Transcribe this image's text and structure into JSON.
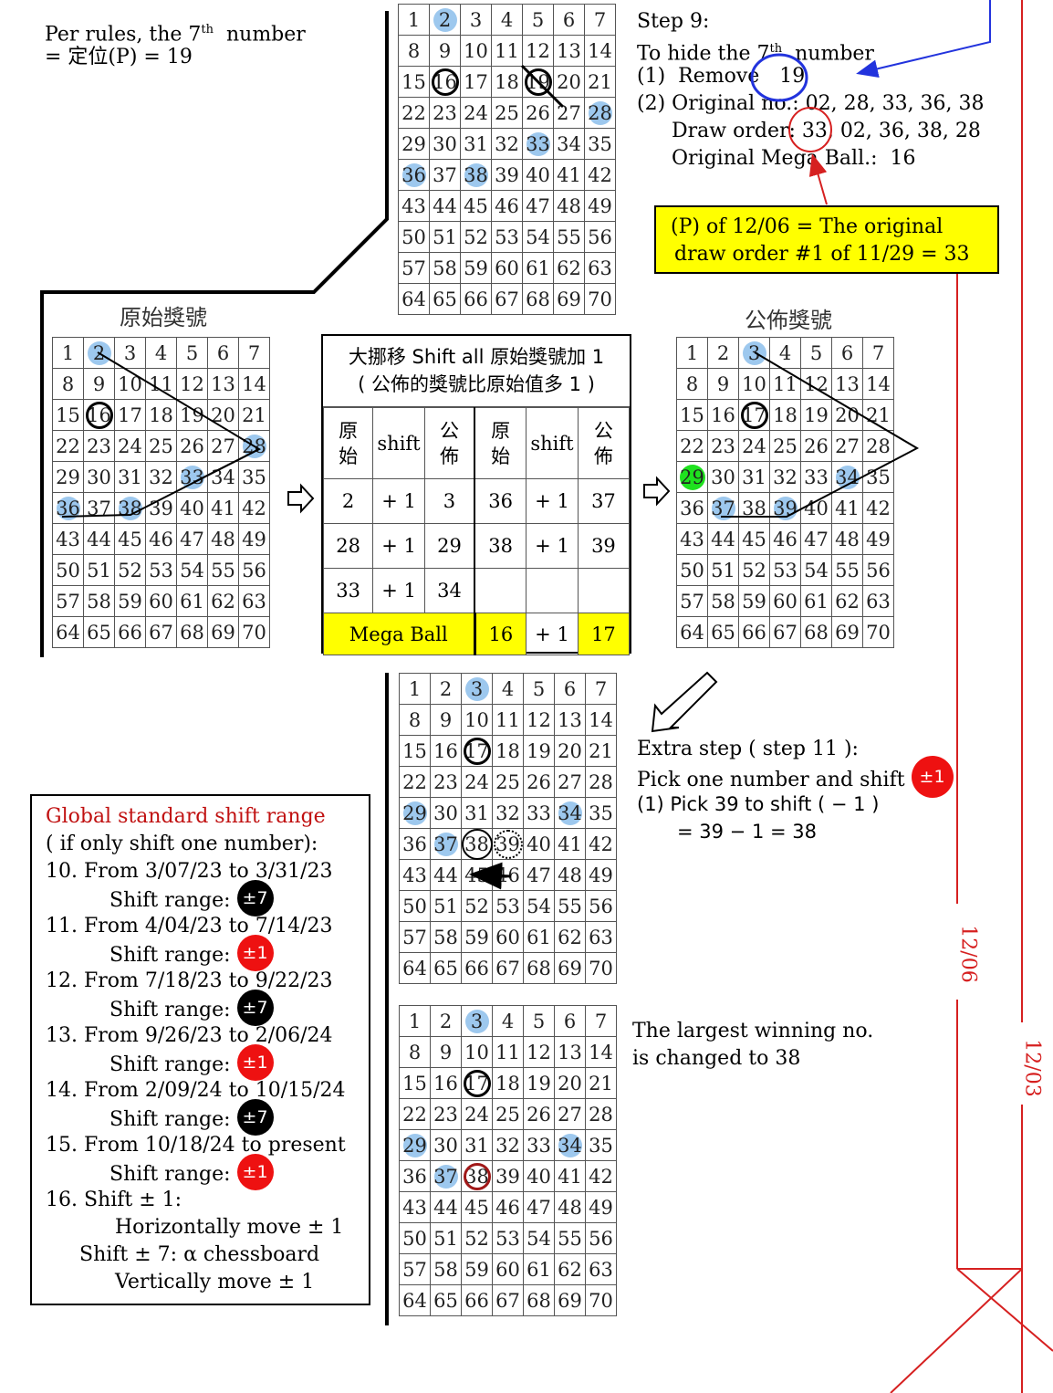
{
  "top_left": {
    "line1_pre": "Per rules, the 7",
    "line1_sup": "th",
    "line1_post": "  number",
    "line2": "= 定位(P) = 19"
  },
  "step9": {
    "title": "Step 9:",
    "line2_pre": "To hide the 7",
    "line2_sup": "th",
    "line2_post": "  number",
    "line3_pre": "(1)  Remove ",
    "remove_value": "19",
    "line4_label": "(2) Original no.: ",
    "line4_value": "02, 28, 33, 36, 38",
    "line5_label": "Draw order: ",
    "line5_first": "33,",
    "line5_rest": " 02, 36, 38, 28",
    "line6_label": "Original Mega Ball.:  ",
    "line6_value": "16"
  },
  "yellow_note": {
    "line1": "(P) of 12/06 = The original",
    "line2": "draw order #1 of 11/29 = 33"
  },
  "labels": {
    "original": "原始獎號",
    "published": "公佈獎號"
  },
  "shift_table": {
    "header1": "大挪移 Shift all 原始獎號加 1",
    "header2": "( 公佈的獎號比原始值多 1 )",
    "col_original": [
      "原",
      "始"
    ],
    "col_shift": "shift",
    "col_published": [
      "公",
      "佈"
    ],
    "rows": [
      {
        "o1": "2",
        "s1": "+ 1",
        "p1": "3",
        "o2": "36",
        "s2": "+ 1",
        "p2": "37"
      },
      {
        "o1": "28",
        "s1": "+ 1",
        "p1": "29",
        "o2": "38",
        "s2": "+ 1",
        "p2": "39"
      },
      {
        "o1": "33",
        "s1": "+ 1",
        "p1": "34",
        "o2": "",
        "s2": "",
        "p2": ""
      }
    ],
    "mega_label": "Mega Ball",
    "mega_original": "16",
    "mega_shift": "+ 1",
    "mega_published": "17"
  },
  "extra_step": {
    "line1": "Extra step ( step 11 ):",
    "line2": "Pick one number and shift ",
    "badge": "±1",
    "line3": "(1) Pick 39 to shift ( − 1 )",
    "line4": "= 39 − 1 = 38"
  },
  "largest_note": {
    "line1": "The largest winning no.",
    "line2": "is changed to 38"
  },
  "range_box": {
    "title": "Global standard shift range",
    "subtitle": "( if only shift one number):",
    "entries": [
      {
        "period": "10. From 3/07/23 to 3/31/23",
        "label": "Shift range: ",
        "badge": "±7",
        "color": "#000000"
      },
      {
        "period": "11. From 4/04/23 to 7/14/23",
        "label": "Shift range: ",
        "badge": "±1",
        "color": "#ee1111"
      },
      {
        "period": "12. From 7/18/23 to 9/22/23",
        "label": "Shift range: ",
        "badge": "±7",
        "color": "#000000"
      },
      {
        "period": "13. From 9/26/23 to 2/06/24",
        "label": "Shift range: ",
        "badge": "±1",
        "color": "#ee1111"
      },
      {
        "period": "14. From 2/09/24 to 10/15/24",
        "label": "Shift range: ",
        "badge": "±7",
        "color": "#000000"
      },
      {
        "period": "15. From 10/18/24 to present",
        "label": "Shift range: ",
        "badge": "±1",
        "color": "#ee1111"
      }
    ],
    "item16": "16. Shift ± 1:",
    "item16_a": "Horizontally move ± 1",
    "item16_b": "Shift ± 7: α chessboard",
    "item16_c": "Vertically move ± 1"
  },
  "timeline": {
    "date1": "12/06",
    "date2": "12/03"
  },
  "grid_numbers": [
    "1",
    "2",
    "3",
    "4",
    "5",
    "6",
    "7",
    "8",
    "9",
    "10",
    "11",
    "12",
    "13",
    "14",
    "15",
    "16",
    "17",
    "18",
    "19",
    "20",
    "21",
    "22",
    "23",
    "24",
    "25",
    "26",
    "27",
    "28",
    "29",
    "30",
    "31",
    "32",
    "33",
    "34",
    "35",
    "36",
    "37",
    "38",
    "39",
    "40",
    "41",
    "42",
    "43",
    "44",
    "45",
    "46",
    "47",
    "48",
    "49",
    "50",
    "51",
    "52",
    "53",
    "54",
    "55",
    "56",
    "57",
    "58",
    "59",
    "60",
    "61",
    "62",
    "63",
    "64",
    "65",
    "66",
    "67",
    "68",
    "69",
    "70"
  ],
  "colors": {
    "highlight_blue": "#9dc8ee",
    "highlight_green": "#1ee21e",
    "yellow": "#ffff00",
    "red": "#ee1111",
    "blue_arrow": "#2233dd",
    "timeline_red": "#d62020"
  }
}
